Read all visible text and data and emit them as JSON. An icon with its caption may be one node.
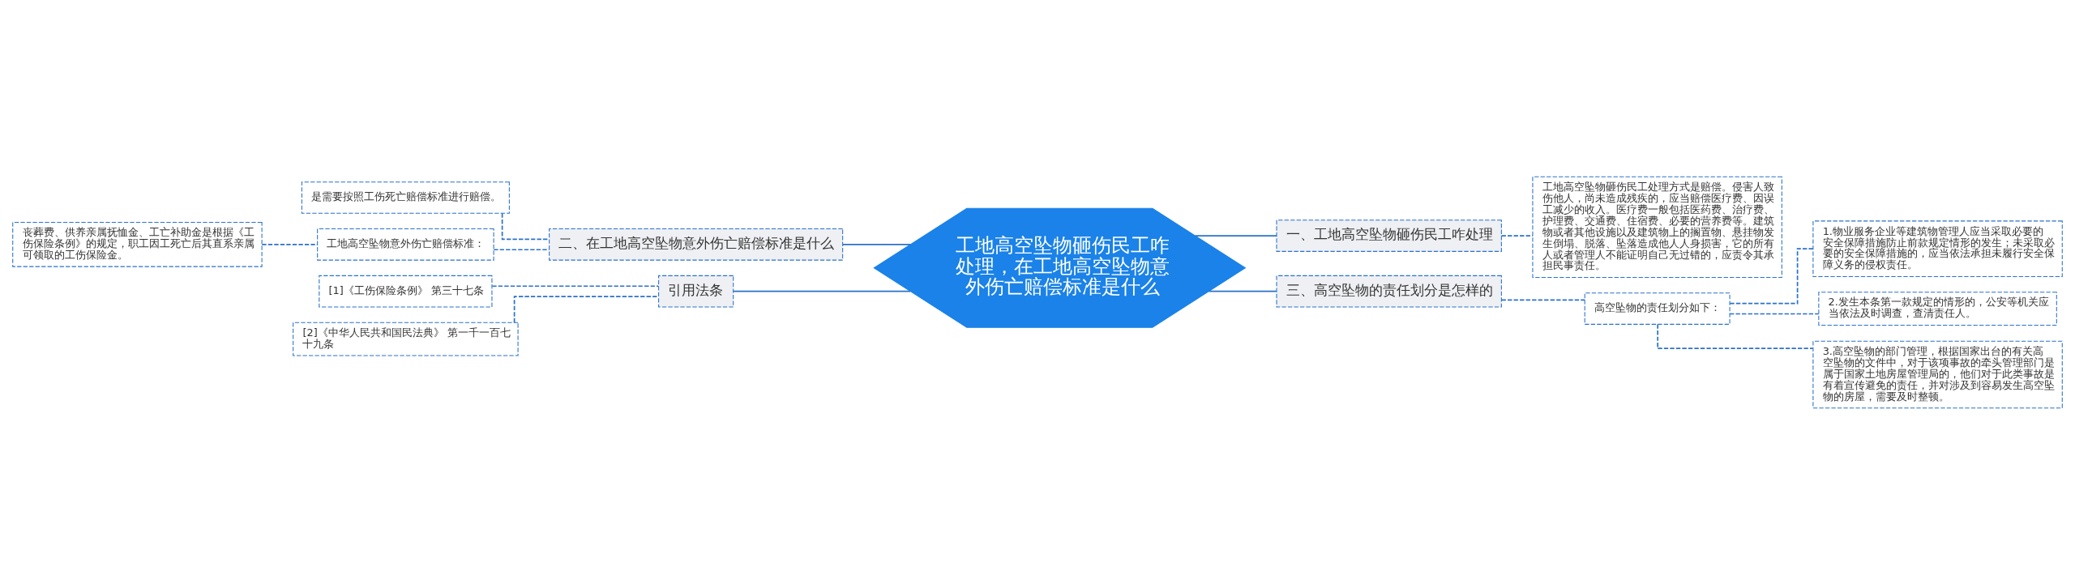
{
  "diagram": {
    "nodes": [
      {
        "text": [
          "工地高空坠物砸伤民工咋处理，在工地高空坠物意外伤亡赔偿标准是什么"
        ]
      },
      {
        "text": [
          "一、工地高空坠物砸伤民工咋处理"
        ]
      },
      {
        "text": [
          "工地高空坠物砸伤民工处理方式是赔偿。侵害人致伤他人，尚未造成残疾的，应当赔偿医疗费、因误工减少的收入。医疗费一般包括医药费、治疗费、护理费、交通费、住宿费、必要的营养费等。建筑物或者其他设施以及建筑物上的搁置物、悬挂物发生倒塌、脱落、坠落造成他人人身损害，它的所有人或者管理人不能证明自己无过错的，应责令其承担民事责任。"
        ]
      },
      {
        "text": [
          "三、高空坠物的责任划分是怎样的"
        ]
      },
      {
        "text": [
          "高空坠物的责任划分如下："
        ]
      },
      {
        "text": [
          "1.物业服务企业等建筑物管理人应当采取必要的安全保障措施防止前款规定情形的发生；未采取必要的安全保障措施的，应当依法承担未履行安全保障义务的侵权责任。"
        ]
      },
      {
        "text": [
          "2.发生本条第一款规定的情形的，公安等机关应当依法及时调查，查清责任人。"
        ]
      },
      {
        "text": [
          "3.高空坠物的部门管理，根据国家出台的有关高空坠物的文件中，对于该项事故的牵头管理部门是属于国家土地房屋管理局的，他们对于此类事故是有着宣传避免的责任，并对涉及到容易发生高空坠物的房屋，需要及时整顿。"
        ]
      },
      {
        "text": [
          "二、在工地高空坠物意外伤亡赔偿标准是什么"
        ]
      },
      {
        "text": [
          "是需要按照工伤死亡赔偿标准进行赔偿。"
        ]
      },
      {
        "text": [
          "工地高空坠物意外伤亡赔偿标准："
        ]
      },
      {
        "text": [
          "丧葬费、供养亲属抚恤金、工亡补助金是根据《工伤保险条例》的规定，职工因工死亡后其直系亲属可领取的工伤保险金。"
        ]
      },
      {
        "text": [
          "引用法条"
        ]
      },
      {
        "text": [
          "[1]《工伤保险条例》 第三十七条"
        ]
      },
      {
        "text": [
          "[2]《中华人民共和国民法典》 第一千一百七十九条"
        ]
      }
    ],
    "edges": [
      {
        "from": 0,
        "to": 1,
        "arrow": "none"
      },
      {
        "from": 1,
        "to": 2,
        "arrow": "none",
        "style": "dashed"
      },
      {
        "from": 0,
        "to": 3,
        "arrow": "none"
      },
      {
        "from": 3,
        "to": 4,
        "arrow": "none",
        "style": "dashed"
      },
      {
        "from": 4,
        "to": 5,
        "arrow": "none",
        "style": "dashed"
      },
      {
        "from": 4,
        "to": 6,
        "arrow": "none",
        "style": "dashed"
      },
      {
        "from": 4,
        "to": 7,
        "arrow": "none",
        "style": "dashed"
      },
      {
        "from": 0,
        "to": 8,
        "arrow": "none"
      },
      {
        "from": 8,
        "to": 9,
        "arrow": "none",
        "style": "dashed"
      },
      {
        "from": 8,
        "to": 10,
        "arrow": "none",
        "style": "dashed"
      },
      {
        "from": 10,
        "to": 11,
        "arrow": "none",
        "style": "dashed"
      },
      {
        "from": 0,
        "to": 12,
        "arrow": "none"
      },
      {
        "from": 12,
        "to": 13,
        "arrow": "none",
        "style": "dashed"
      },
      {
        "from": 12,
        "to": 14,
        "arrow": "none",
        "style": "dashed"
      }
    ]
  }
}
